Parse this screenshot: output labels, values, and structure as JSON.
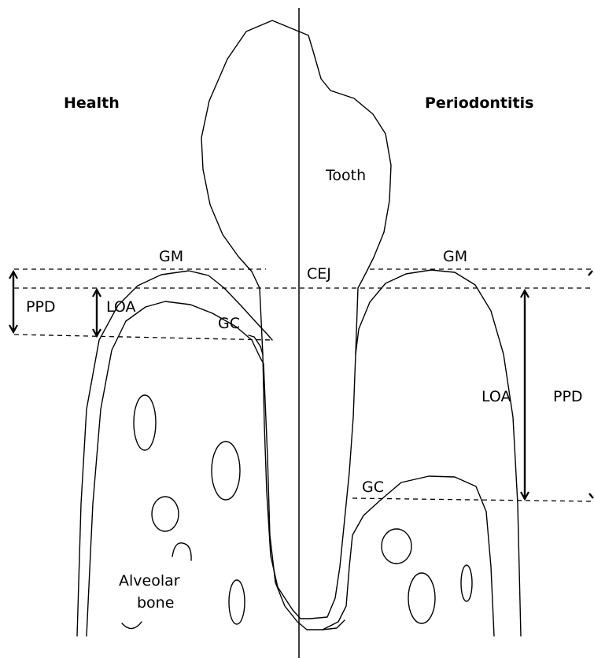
{
  "headings": {
    "left": "Health",
    "right": "Periodontitis"
  },
  "labels": {
    "tooth": "Tooth",
    "cej": "CEJ",
    "gm_left": "GM",
    "gm_right": "GM",
    "gc_left": "GC",
    "gc_right": "GC",
    "ppd_left": "PPD",
    "ppd_right": "PPD",
    "loa_left": "LOA",
    "loa_right": "LOA",
    "alveolar_line1": "Alveolar",
    "alveolar_line2": "bone"
  },
  "colors": {
    "line": "#000000",
    "background": "#ffffff"
  }
}
